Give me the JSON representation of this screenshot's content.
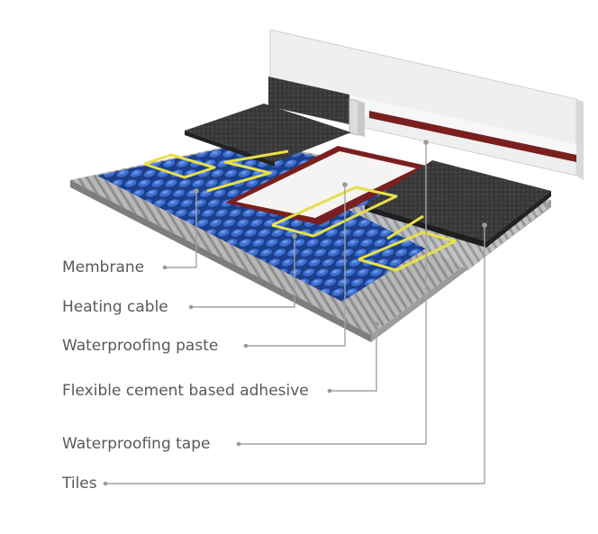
{
  "diagram": {
    "labels": [
      {
        "id": "membrane",
        "text": "Membrane"
      },
      {
        "id": "heating-cable",
        "text": "Heating cable"
      },
      {
        "id": "waterproofing-paste",
        "text": "Waterproofing paste"
      },
      {
        "id": "flexible-cement-adhesive",
        "text": "Flexible cement based adhesive"
      },
      {
        "id": "waterproofing-tape",
        "text": "Waterproofing tape"
      },
      {
        "id": "tiles",
        "text": "Tiles"
      }
    ],
    "colors": {
      "wall": "#ececec",
      "tape": "#7a1f1f",
      "membrane": "#2f5db5",
      "cable": "#e6e04a",
      "tile": "#3c3c3c",
      "base": "#a9a9a9",
      "leader": "#9a9a9a"
    }
  }
}
